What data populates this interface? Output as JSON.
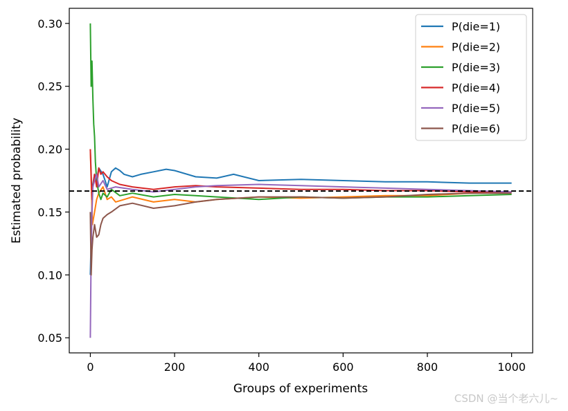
{
  "chart_data": {
    "type": "line",
    "xlabel": "Groups of experiments",
    "ylabel": "Estimated probability",
    "xlim": [
      -50,
      1050
    ],
    "ylim": [
      0.038,
      0.312
    ],
    "xticks": [
      "0",
      "200",
      "400",
      "600",
      "800",
      "1000"
    ],
    "yticks": [
      "0.05",
      "0.10",
      "0.15",
      "0.20",
      "0.25",
      "0.30"
    ],
    "reference_line": {
      "y": 0.1667,
      "style": "dashed",
      "color": "#000000"
    },
    "legend_position": "top-right",
    "series": [
      {
        "name": "P(die=1)",
        "color": "#1f77b4",
        "x": [
          0,
          5,
          10,
          15,
          20,
          30,
          40,
          50,
          60,
          70,
          80,
          100,
          120,
          150,
          180,
          200,
          250,
          300,
          340,
          400,
          500,
          600,
          700,
          800,
          900,
          1000
        ],
        "values": [
          0.1,
          0.17,
          0.18,
          0.175,
          0.185,
          0.18,
          0.17,
          0.182,
          0.185,
          0.183,
          0.18,
          0.178,
          0.18,
          0.182,
          0.184,
          0.183,
          0.178,
          0.177,
          0.18,
          0.175,
          0.176,
          0.175,
          0.174,
          0.174,
          0.173,
          0.173
        ]
      },
      {
        "name": "P(die=2)",
        "color": "#ff7f0e",
        "x": [
          0,
          5,
          10,
          15,
          20,
          30,
          40,
          50,
          60,
          80,
          100,
          150,
          200,
          250,
          300,
          400,
          500,
          600,
          700,
          800,
          900,
          1000
        ],
        "values": [
          0.2,
          0.14,
          0.15,
          0.16,
          0.165,
          0.17,
          0.16,
          0.162,
          0.158,
          0.16,
          0.162,
          0.158,
          0.16,
          0.158,
          0.16,
          0.162,
          0.161,
          0.162,
          0.163,
          0.163,
          0.165,
          0.166
        ]
      },
      {
        "name": "P(die=3)",
        "color": "#2ca02c",
        "x": [
          0,
          2,
          4,
          6,
          8,
          10,
          12,
          15,
          20,
          25,
          30,
          40,
          50,
          70,
          100,
          150,
          200,
          250,
          300,
          400,
          500,
          600,
          700,
          800,
          900,
          1000
        ],
        "values": [
          0.3,
          0.25,
          0.27,
          0.24,
          0.22,
          0.21,
          0.19,
          0.175,
          0.165,
          0.16,
          0.165,
          0.162,
          0.168,
          0.163,
          0.165,
          0.162,
          0.164,
          0.163,
          0.162,
          0.16,
          0.162,
          0.161,
          0.162,
          0.162,
          0.163,
          0.164
        ]
      },
      {
        "name": "P(die=4)",
        "color": "#d62728",
        "x": [
          0,
          2,
          4,
          6,
          8,
          10,
          15,
          20,
          25,
          30,
          40,
          50,
          70,
          100,
          150,
          200,
          250,
          300,
          400,
          500,
          600,
          700,
          800,
          900,
          1000
        ],
        "values": [
          0.2,
          0.18,
          0.16,
          0.17,
          0.175,
          0.18,
          0.17,
          0.185,
          0.18,
          0.182,
          0.178,
          0.175,
          0.172,
          0.17,
          0.168,
          0.17,
          0.171,
          0.17,
          0.169,
          0.168,
          0.168,
          0.167,
          0.167,
          0.166,
          0.166
        ]
      },
      {
        "name": "P(die=5)",
        "color": "#9467bd",
        "x": [
          0,
          2,
          4,
          6,
          10,
          15,
          20,
          30,
          40,
          60,
          100,
          150,
          200,
          250,
          300,
          400,
          500,
          600,
          700,
          800,
          900,
          1000
        ],
        "values": [
          0.05,
          0.12,
          0.15,
          0.17,
          0.175,
          0.18,
          0.17,
          0.175,
          0.168,
          0.17,
          0.168,
          0.166,
          0.168,
          0.17,
          0.171,
          0.172,
          0.171,
          0.17,
          0.169,
          0.168,
          0.167,
          0.166
        ]
      },
      {
        "name": "P(die=6)",
        "color": "#8c564b",
        "x": [
          0,
          2,
          4,
          6,
          8,
          10,
          15,
          20,
          25,
          30,
          40,
          50,
          70,
          100,
          150,
          200,
          250,
          300,
          400,
          500,
          600,
          700,
          800,
          900,
          1000
        ],
        "values": [
          0.15,
          0.1,
          0.12,
          0.13,
          0.135,
          0.14,
          0.13,
          0.132,
          0.14,
          0.145,
          0.148,
          0.15,
          0.155,
          0.157,
          0.153,
          0.155,
          0.158,
          0.16,
          0.162,
          0.162,
          0.161,
          0.162,
          0.164,
          0.165,
          0.165
        ]
      }
    ]
  },
  "watermark": "CSDN @当个老六儿~"
}
